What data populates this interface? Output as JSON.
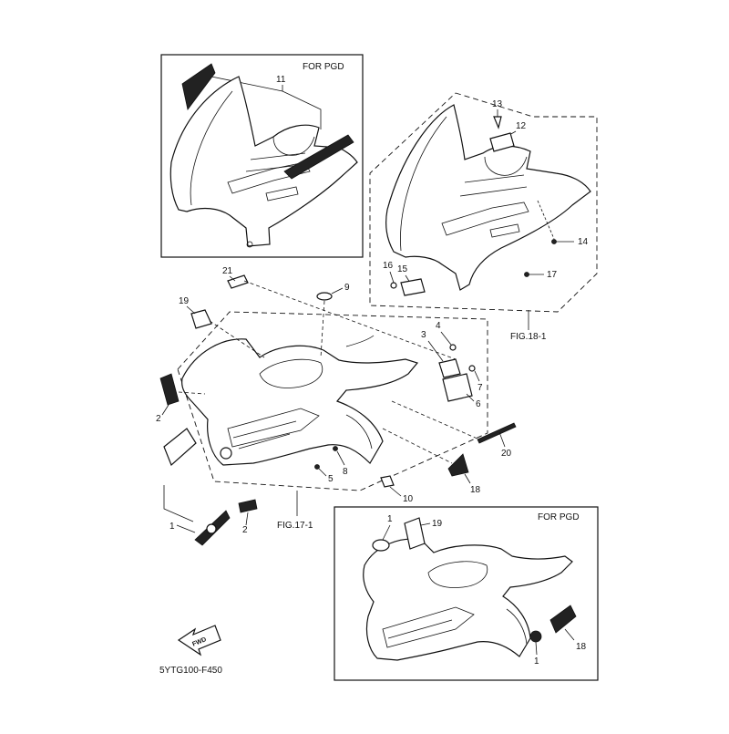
{
  "diagram": {
    "code": "5YTG100-F450",
    "fwd_label": "FWD",
    "top_box": {
      "label": "FOR PGD",
      "callout": "11"
    },
    "bottom_box": {
      "label": "FOR PGD",
      "callouts": [
        "1",
        "19",
        "18",
        "1"
      ]
    },
    "figures": [
      {
        "label": "FIG.18-1"
      },
      {
        "label": "FIG.17-1"
      }
    ],
    "rear_callouts": [
      "13",
      "12",
      "14",
      "16",
      "15",
      "17"
    ],
    "front_callouts": [
      "21",
      "9",
      "19",
      "4",
      "3",
      "7",
      "6",
      "2",
      "8",
      "5",
      "20",
      "18",
      "10",
      "1",
      "2"
    ]
  }
}
